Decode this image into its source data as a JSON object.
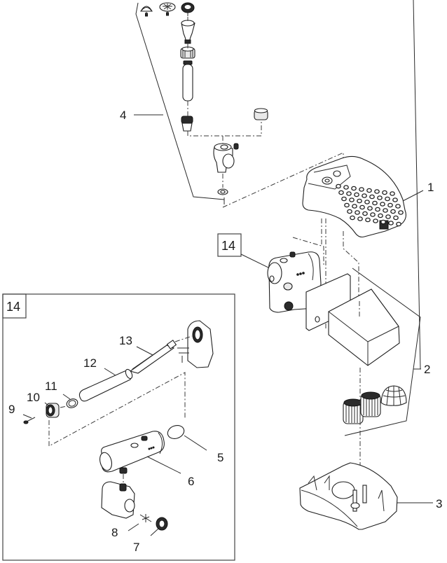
{
  "diagram": {
    "type": "exploded-parts-view",
    "background_color": "#ffffff",
    "line_color": "#1e1e1e",
    "callouts": [
      {
        "id": "1",
        "label": "1",
        "part": "housing-cover"
      },
      {
        "id": "2",
        "label": "2",
        "part": "filter-foam-and-media-set"
      },
      {
        "id": "3",
        "label": "3",
        "part": "housing-base"
      },
      {
        "id": "4",
        "label": "4",
        "part": "fountain-nozzle-set"
      },
      {
        "id": "5",
        "label": "5",
        "part": "o-ring"
      },
      {
        "id": "6",
        "label": "6",
        "part": "uvc-housing"
      },
      {
        "id": "7",
        "label": "7",
        "part": "pump-cover"
      },
      {
        "id": "8",
        "label": "8",
        "part": "impeller"
      },
      {
        "id": "9",
        "label": "9",
        "part": "screw"
      },
      {
        "id": "10",
        "label": "10",
        "part": "union-nut"
      },
      {
        "id": "11",
        "label": "11",
        "part": "seal-ring"
      },
      {
        "id": "12",
        "label": "12",
        "part": "quartz-glass"
      },
      {
        "id": "13",
        "label": "13",
        "part": "uvc-lamp"
      },
      {
        "id": "14",
        "label": "14",
        "part": "pump-uvc-unit"
      }
    ],
    "inset": {
      "label": "14",
      "title": "pump-uvc-unit-detail"
    },
    "main_box_label": "14"
  }
}
